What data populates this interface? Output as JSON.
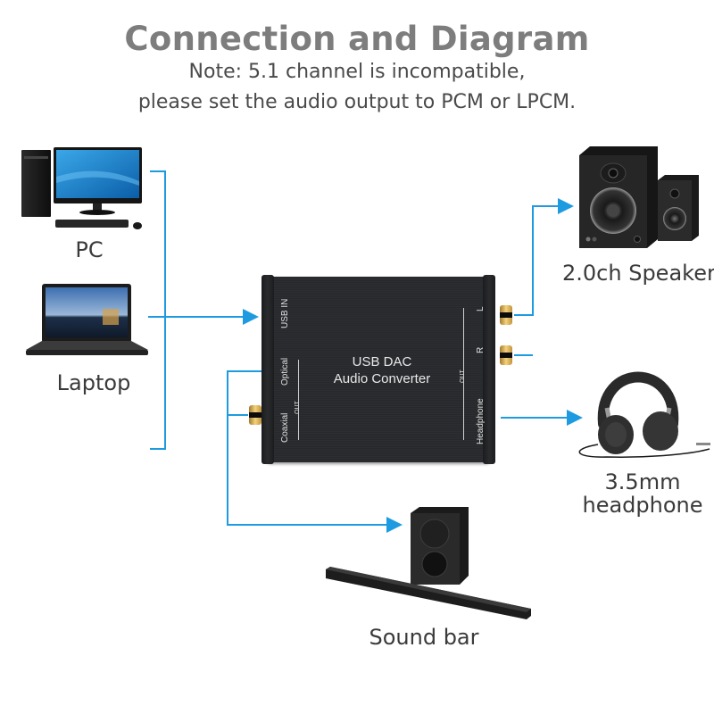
{
  "header": {
    "title": "Connection and Diagram",
    "note_line1": "Note: 5.1 channel is incompatible,",
    "note_line2": "please set the audio output to PCM or LPCM."
  },
  "colors": {
    "title": "#7d7d7d",
    "text": "#3a3a3a",
    "wire": "#1e9be0",
    "device_body": "#2a2c2f",
    "connector_gold": "#d9b25a"
  },
  "inputs": [
    {
      "id": "pc",
      "label": "PC",
      "icon": "desktop-pc-icon"
    },
    {
      "id": "laptop",
      "label": "Laptop",
      "icon": "laptop-icon"
    }
  ],
  "device": {
    "name_line1": "USB DAC",
    "name_line2": "Audio Converter",
    "port_labels": {
      "usb_in": "USB IN",
      "optical": "Optical",
      "coaxial": "Coaxial",
      "out_left": "OUT",
      "out_right": "OUT",
      "left": "L",
      "right": "R",
      "headphone": "Headphone"
    }
  },
  "outputs": [
    {
      "id": "speaker",
      "label": "2.0ch Speaker",
      "icon": "bookshelf-speakers-icon"
    },
    {
      "id": "headphone",
      "label_line1": "3.5mm",
      "label_line2": "headphone",
      "icon": "headphones-icon"
    },
    {
      "id": "soundbar",
      "label": "Sound bar",
      "icon": "soundbar-subwoofer-icon"
    }
  ]
}
